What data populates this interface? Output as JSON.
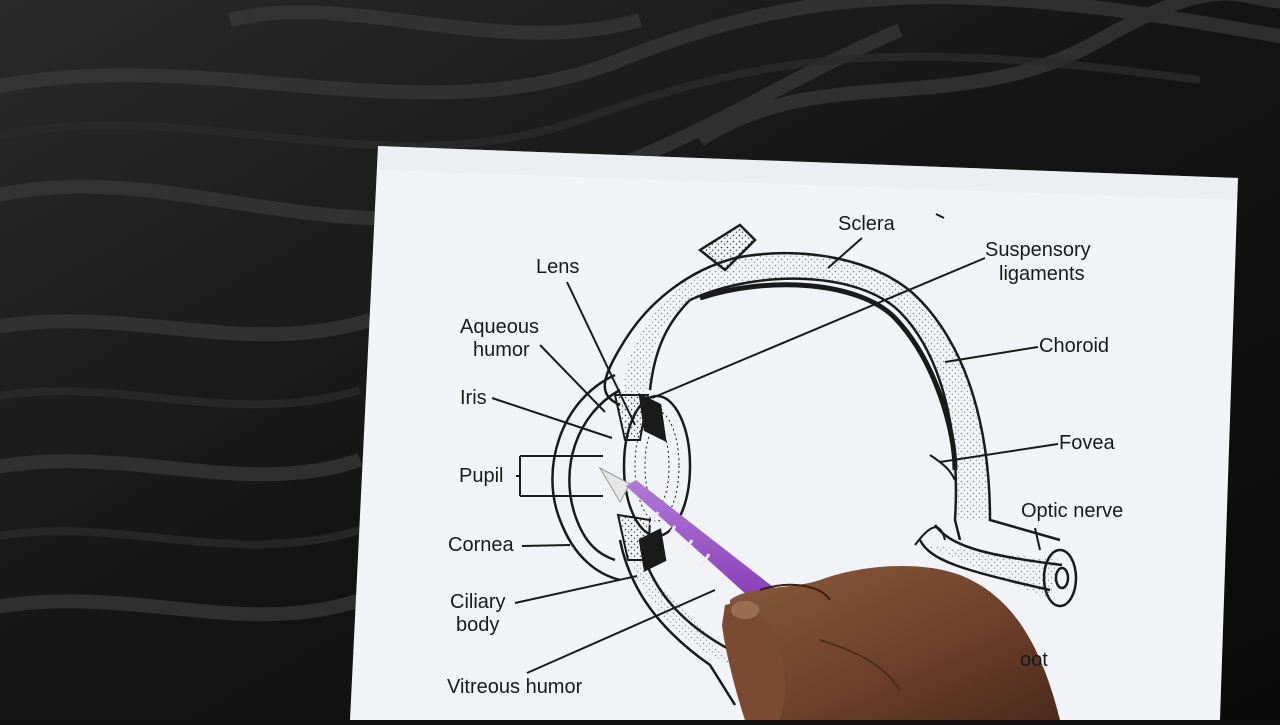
{
  "labels": {
    "sclera": "Sclera",
    "suspensory_1": "Suspensory",
    "suspensory_2": "ligaments",
    "lens": "Lens",
    "aqueous_1": "Aqueous",
    "aqueous_2": "humor",
    "choroid": "Choroid",
    "iris": "Iris",
    "fovea": "Fovea",
    "pupil": "Pupil",
    "optic_nerve": "Optic nerve",
    "cornea": "Cornea",
    "ciliary_1": "Ciliary",
    "ciliary_2": "body",
    "blind_spot_partial": "oot",
    "vitreous": "Vitreous humor"
  },
  "colors": {
    "background": "#111111",
    "paper": "#f1f3f6",
    "ink": "#1a1a1a",
    "pencil": "#8a3fb8",
    "skin": "#6b3f2a"
  },
  "icons": {
    "pencil": "mechanical-pencil",
    "hand": "pointing-hand"
  }
}
